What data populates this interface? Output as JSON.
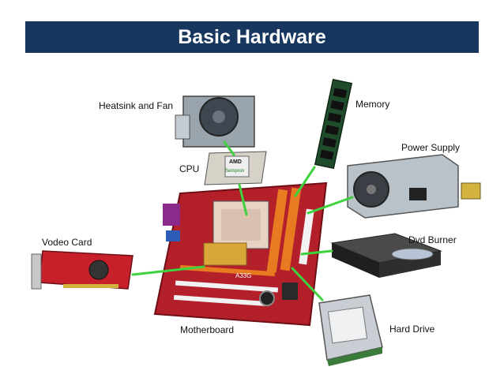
{
  "title": "Basic Hardware",
  "colors": {
    "title_bg": "#17375e",
    "title_text": "#ffffff",
    "connector": "#3fd23f",
    "board": "#b3202a"
  },
  "labels": {
    "heatsink": "Heatsink and Fan",
    "memory": "Memory",
    "cpu": "CPU",
    "power_supply": "Power Supply",
    "video_card": "Vodeo Card",
    "dvd_burner": "Dvd Burner",
    "motherboard": "Motherboard",
    "hard_drive": "Hard Drive"
  },
  "chip_text": {
    "cpu_brand": "AMD",
    "cpu_model": "Sempron",
    "board_model": "A33G"
  }
}
